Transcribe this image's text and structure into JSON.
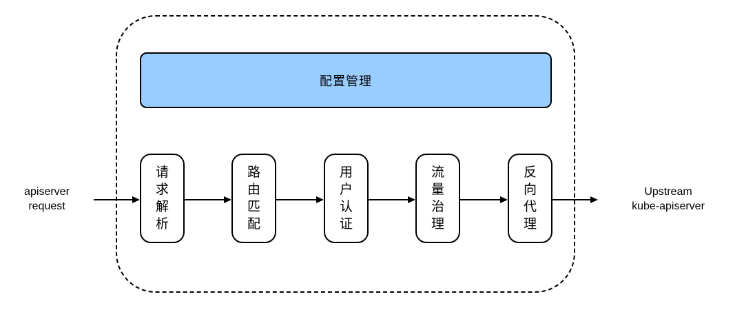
{
  "diagram": {
    "title_hint": "apiserver request proxy pipeline",
    "left_label": {
      "line1": "apiserver",
      "line2": "request"
    },
    "right_label": {
      "line1": "Upstream",
      "line2": "kube-apiserver"
    },
    "config_box": {
      "label": "配置管理"
    },
    "stages": [
      {
        "label": "请求解析"
      },
      {
        "label": "路由匹配"
      },
      {
        "label": "用户认证"
      },
      {
        "label": "流量治理"
      },
      {
        "label": "反向代理"
      }
    ],
    "colors": {
      "stroke": "#000000",
      "config_fill": "#99CCFF",
      "stage_fill": "#FFFFFF",
      "background": "#FFFFFF"
    }
  }
}
